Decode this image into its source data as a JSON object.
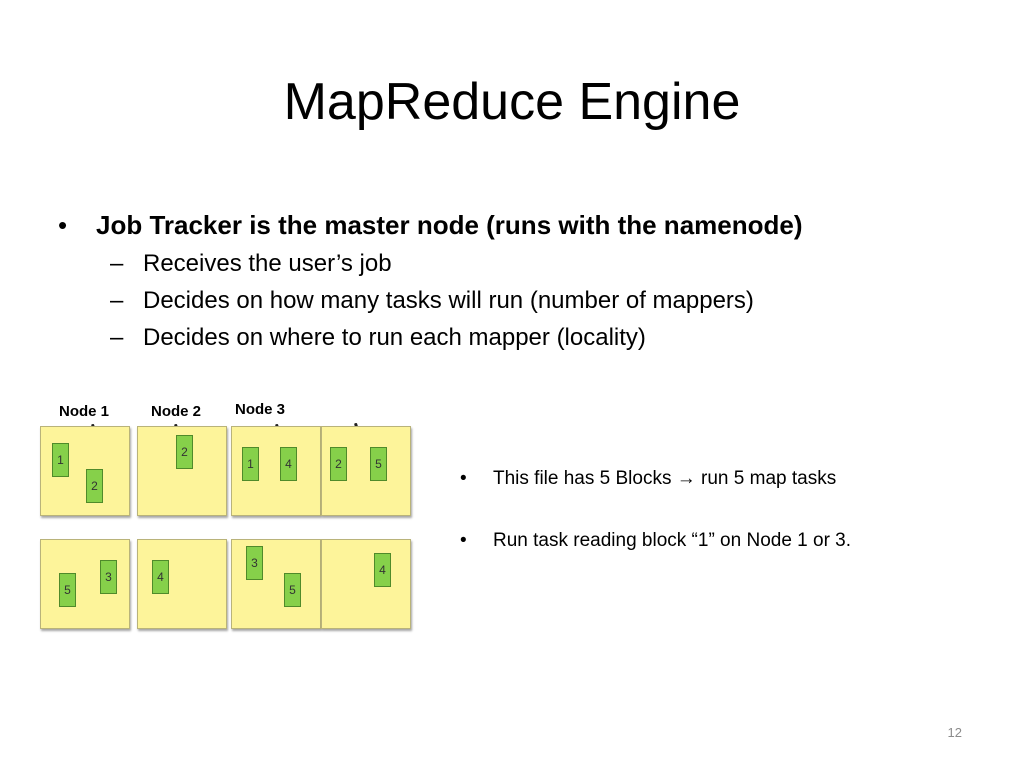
{
  "slide": {
    "title": "MapReduce Engine",
    "page_number": "12"
  },
  "main_bullets": {
    "bullet_glyph": "•",
    "dash_glyph": "–",
    "level1": "Job Tracker is the master node (runs with the namenode)",
    "level2": [
      "Receives the user’s job",
      "Decides on how many tasks will run (number of mappers)",
      "Decides on where to run each mapper (locality)"
    ]
  },
  "diagram": {
    "node_labels": [
      "Node 1",
      "Node 2",
      "Node 3"
    ],
    "box_fill_color": "#fdf49a",
    "block_fill_color": "#86d04a",
    "rows": [
      [
        {
          "blocks": [
            "1",
            "2"
          ]
        },
        {
          "blocks": [
            "2"
          ]
        },
        {
          "blocks": [
            "1",
            "4"
          ]
        },
        {
          "blocks": [
            "2",
            "5"
          ]
        }
      ],
      [
        {
          "blocks": [
            "5",
            "3"
          ]
        },
        {
          "blocks": [
            "4"
          ]
        },
        {
          "blocks": [
            "3",
            "5"
          ]
        },
        {
          "blocks": [
            "4"
          ]
        }
      ]
    ]
  },
  "side_bullets": {
    "bullet_glyph": "•",
    "item1_before": "This file has 5 Blocks ",
    "item1_arrow": "→",
    "item1_after": " run 5 map tasks",
    "item2": "Run task reading block “1” on Node 1 or 3."
  }
}
